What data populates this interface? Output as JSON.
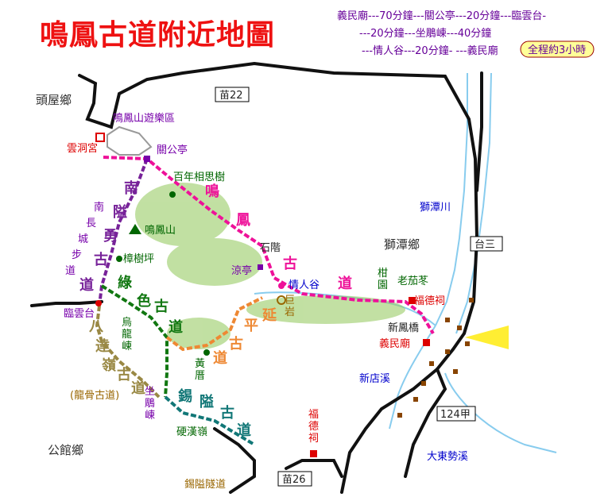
{
  "title": "鳴鳳古道附近地圖",
  "legend": {
    "line1": "義民廟---70分鐘---關公亭---20分鐘---臨雲台-",
    "line2": "---20分鐘---坐鵰崠---40分鐘",
    "line3": "---情人谷---20分鐘-  ---義民廟",
    "total": "全程約3小時"
  },
  "highways": {
    "miao22": "苗22",
    "tai3": "台三",
    "t124": "124甲",
    "miao26": "苗26"
  },
  "towns": {
    "touwu": "頭屋鄉",
    "shitan": "獅潭鄉",
    "gongguan": "公館鄉"
  },
  "places": {
    "mingfeng_park": "鳴鳳山遊樂區",
    "yundong_temple": "雲洞宮",
    "guangong_pavilion": "關公亭",
    "old_acacia": "百年相思樹",
    "mingfeng_mountain": "鳴鳳山",
    "camphor_flat": "樟樹坪",
    "stone_steps": "石階",
    "liang_pavilion": "涼亭",
    "lovers_valley": "情人谷",
    "giant_rock": "巨岩",
    "orange_orchard": "柑園",
    "lao_qie_dong": "老茄苳",
    "fude_shrine_east": "福德祠",
    "xinfeng_bridge": "新鳳橋",
    "yimin_temple": "義民廟",
    "xindian_creek": "新店溪",
    "shitan_river": "獅潭川",
    "linyun_terrace": "臨雲台",
    "dragon_ridge": "烏龍崠",
    "huang_cuo": "黃厝",
    "zuodiao_ridge": "坐鵰崠",
    "longgu_trail": "(龍骨古道)",
    "ying_han_ling": "硬漢嶺",
    "fude_shrine_south": "福德祠",
    "xiangxian_tunnel": "錫隘隧道",
    "dadongshi_creek": "大東勢溪"
  },
  "trails": {
    "mingfeng_old_trail": [
      "鳴",
      "鳳",
      "古",
      "道"
    ],
    "south_great_wall": [
      "南",
      "隘",
      "勇",
      "古",
      "道"
    ],
    "south_great_wall_sub": [
      "南",
      "長",
      "城",
      "步",
      "道"
    ],
    "green_old_trail": [
      "綠",
      "色",
      "古",
      "道"
    ],
    "banyan_old_trail": [
      "延",
      "平",
      "古",
      "道"
    ],
    "eight_ridge_trail": [
      "八",
      "達",
      "嶺",
      "古",
      "道"
    ],
    "xi_ai_old_trail": [
      "錫",
      "隘",
      "古",
      "道"
    ]
  },
  "colors": {
    "magenta_trail": "#ee1199",
    "purple_trail": "#772299",
    "green_trail": "#117711",
    "orange_trail": "#ee8833",
    "olive_trail": "#998844",
    "teal_trail": "#117777",
    "road": "#111111",
    "river": "#88ccee"
  }
}
